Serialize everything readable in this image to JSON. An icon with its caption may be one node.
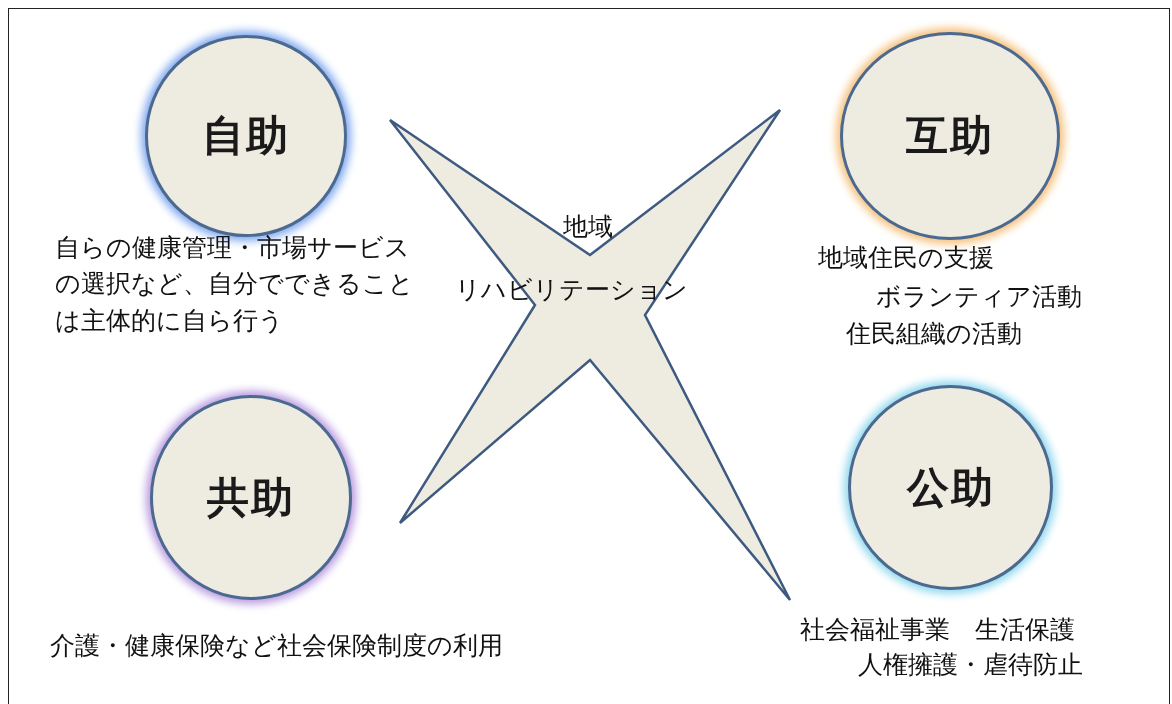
{
  "diagram": {
    "nodes": [
      {
        "text": [
          "自助"
        ],
        "beside": [
          "自らの健康管理・市場サービスの選択など、自分でできることは主体的に自ら行う"
        ]
      },
      {
        "text": [
          "互助"
        ],
        "beside": [
          "地域住民の支援",
          "ボランティア活動",
          "住民組織の活動"
        ]
      },
      {
        "text": [
          "地域",
          "リハビリテーション"
        ]
      },
      {
        "text": [
          "共助"
        ],
        "beside": [
          "介護・健康保険など社会保険制度の利用"
        ]
      },
      {
        "text": [
          "公助"
        ],
        "beside": [
          "社会福祉事業　生活保護",
          "人権擁護・虐待防止"
        ]
      }
    ]
  }
}
